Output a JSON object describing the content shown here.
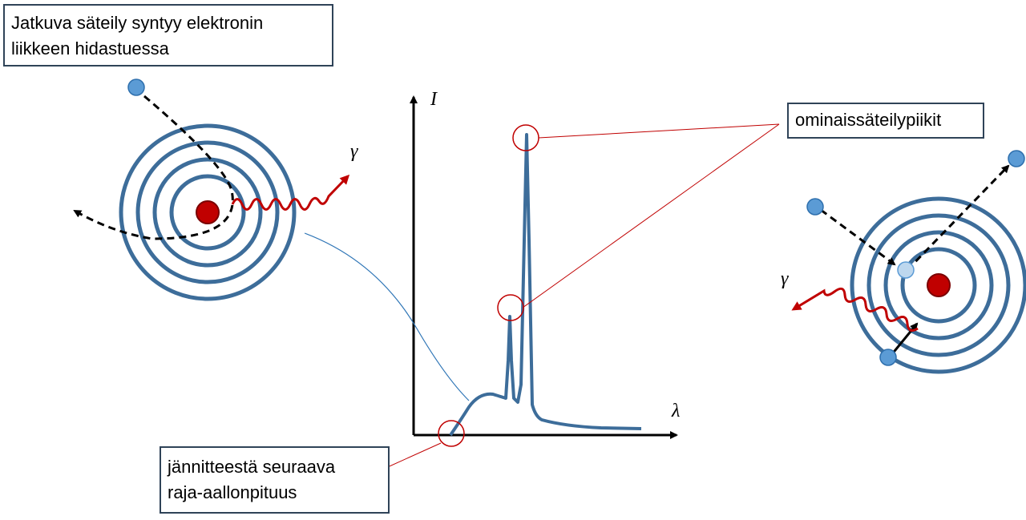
{
  "labels": {
    "continuous_line1": "Jatkuva säteily syntyy elektronin",
    "continuous_line2": "liikkeen hidastuessa",
    "characteristic": "ominaissäteilypiikit",
    "cutoff_line1": "jännitteestä seuraava",
    "cutoff_line2": "raja-aallonpituus"
  },
  "axes": {
    "y_label": "I",
    "x_label": "λ"
  },
  "symbols": {
    "gamma_left": "γ",
    "gamma_right": "γ"
  },
  "colors": {
    "shell": "#3d6d9a",
    "nucleus": "#c00000",
    "electron": "#5b9bd5",
    "electron_vacancy": "#bdd7ee",
    "photon": "#c00000",
    "spectrum": "#3d6d9a",
    "callout_line": "#c00000",
    "box_border": "#2f4358"
  }
}
